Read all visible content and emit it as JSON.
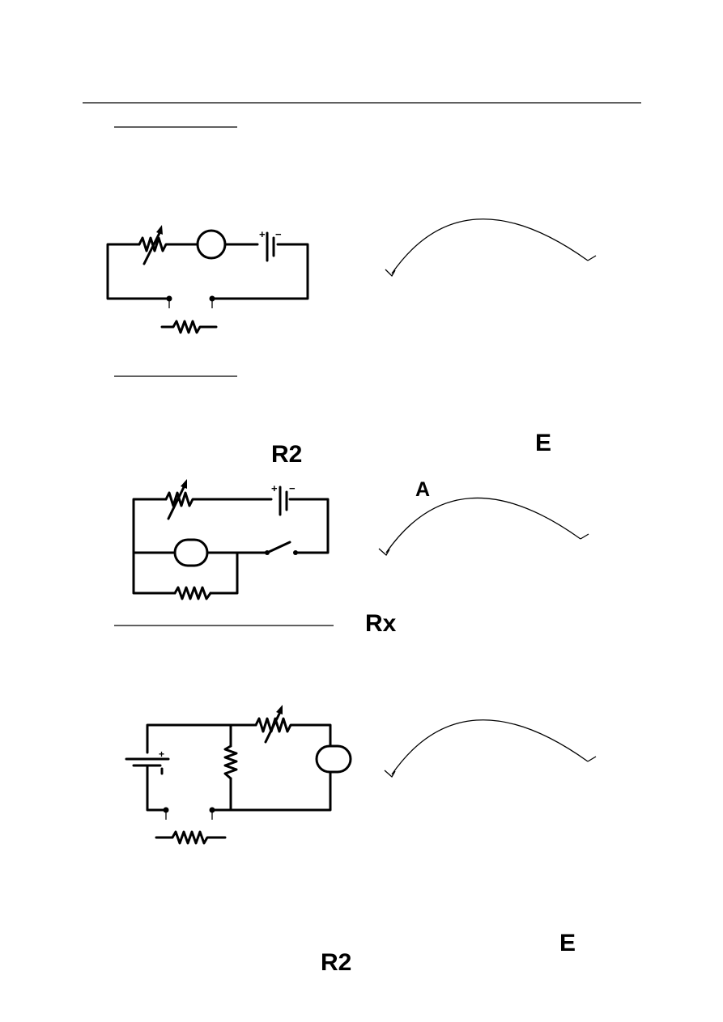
{
  "labels": {
    "r2_top": "R2",
    "e_top": "E",
    "a_label": "A",
    "rx_label": "Rx",
    "e_bottom": "E",
    "r2_bottom": "R2"
  },
  "battery_signs": {
    "plus": "+",
    "minus": "−"
  },
  "icons": [
    "variable-resistor-icon",
    "meter-icon",
    "battery-icon",
    "resistor-icon",
    "switch-icon",
    "meter-scale-arc"
  ]
}
